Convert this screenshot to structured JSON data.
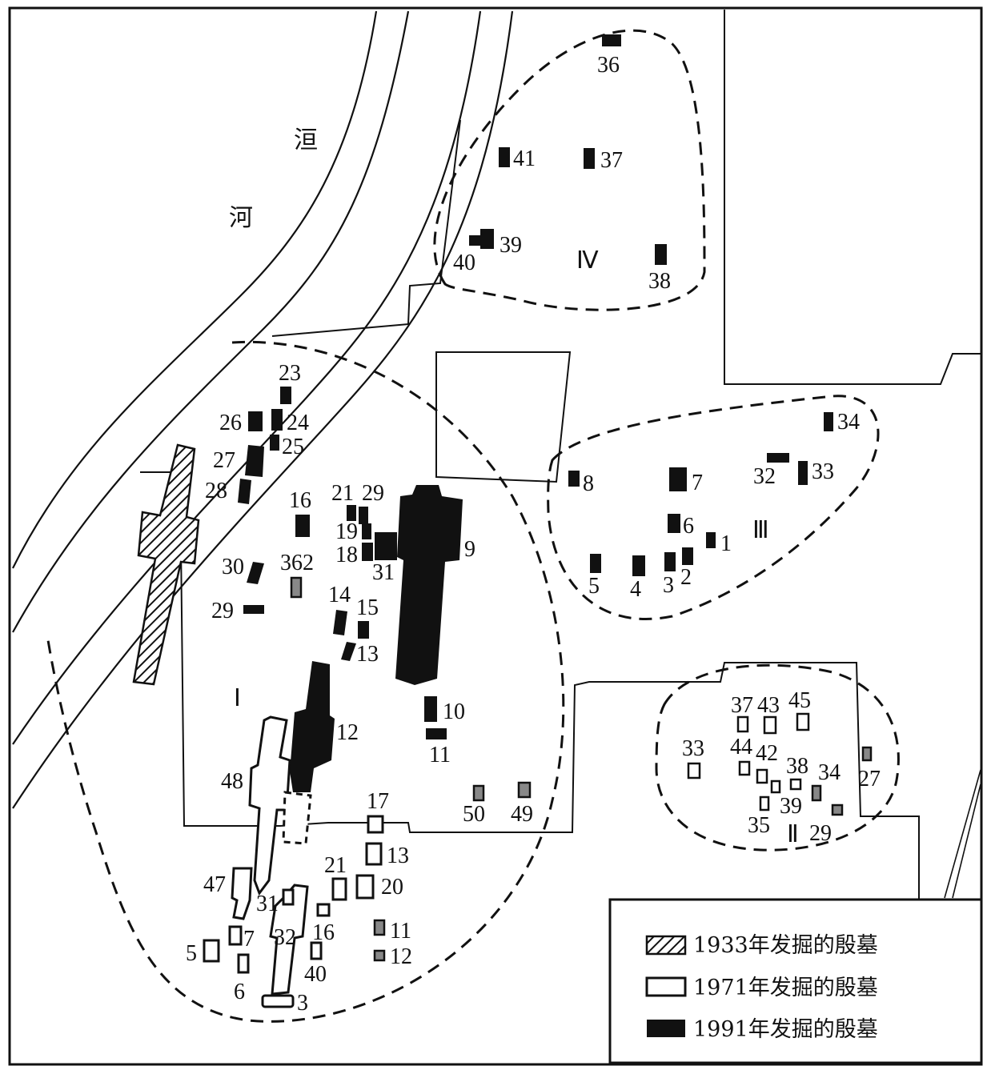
{
  "river": {
    "chars": [
      "洹",
      "河"
    ]
  },
  "zones": {
    "I": "Ⅰ",
    "II": "Ⅱ",
    "III": "Ⅲ",
    "IV": "Ⅳ"
  },
  "colors": {
    "ink": "#111111",
    "paper": "#ffffff"
  },
  "legend": {
    "items": [
      {
        "key": "1933",
        "label": "1933年发掘的殷墓",
        "style": "hatched"
      },
      {
        "key": "1971",
        "label": "1971年发掘的殷墓",
        "style": "outline"
      },
      {
        "key": "1991",
        "label": "1991年发掘的殷墓",
        "style": "solid"
      }
    ]
  },
  "tombs": {
    "zone_iv": [
      "36",
      "41",
      "37",
      "39",
      "40",
      "38"
    ],
    "zone_i_1991": [
      "23",
      "26",
      "24",
      "25",
      "27",
      "28",
      "16",
      "21",
      "29",
      "19",
      "18",
      "31",
      "9",
      "30",
      "362",
      "29",
      "14",
      "15",
      "13",
      "10",
      "12",
      "11",
      "50",
      "49"
    ],
    "zone_i_1971": [
      "48",
      "17",
      "13",
      "21",
      "20",
      "47",
      "31",
      "16",
      "11",
      "12",
      "5",
      "7",
      "32",
      "40",
      "6",
      "3"
    ],
    "zone_iii": [
      "34",
      "8",
      "7",
      "32",
      "33",
      "6",
      "1",
      "5",
      "4",
      "3",
      "2"
    ],
    "zone_ii": [
      "37",
      "43",
      "45",
      "33",
      "44",
      "42",
      "38",
      "34",
      "27",
      "39",
      "35",
      "29"
    ]
  }
}
